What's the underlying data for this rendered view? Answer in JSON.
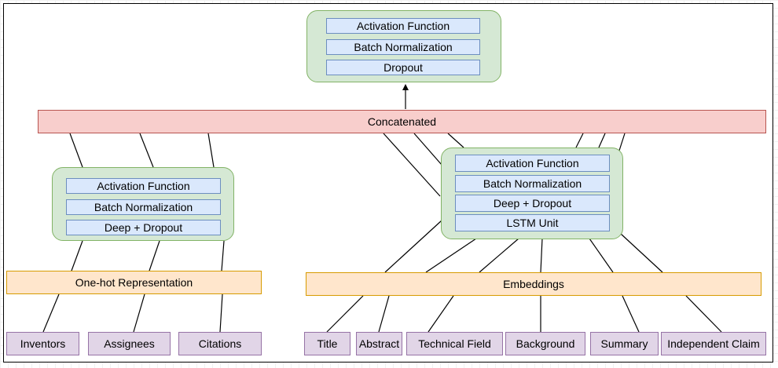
{
  "top_block": {
    "layers": [
      "Activation Function",
      "Batch Normalization",
      "Dropout"
    ]
  },
  "concatenated": "Concatenated",
  "left_block": {
    "layers": [
      "Activation Function",
      "Batch Normalization",
      "Deep + Dropout"
    ]
  },
  "right_block": {
    "layers": [
      "Activation Function",
      "Batch Normalization",
      "Deep + Dropout",
      "LSTM Unit"
    ]
  },
  "one_hot": "One-hot Representation",
  "embeddings": "Embeddings",
  "left_inputs": [
    "Inventors",
    "Assignees",
    "Citations"
  ],
  "right_inputs": [
    "Title",
    "Abstract",
    "Technical Field",
    "Background",
    "Summary",
    "Independent Claim"
  ],
  "colors": {
    "layer_fill": "#dae8fc",
    "layer_stroke": "#6c8ebf",
    "group_fill": "#d5e8d4",
    "group_stroke": "#82b366",
    "concat_fill": "#f8cecc",
    "concat_stroke": "#b85450",
    "rep_fill": "#ffe6cc",
    "rep_stroke": "#d79b00",
    "input_fill": "#e1d5e7",
    "input_stroke": "#9673a6"
  }
}
